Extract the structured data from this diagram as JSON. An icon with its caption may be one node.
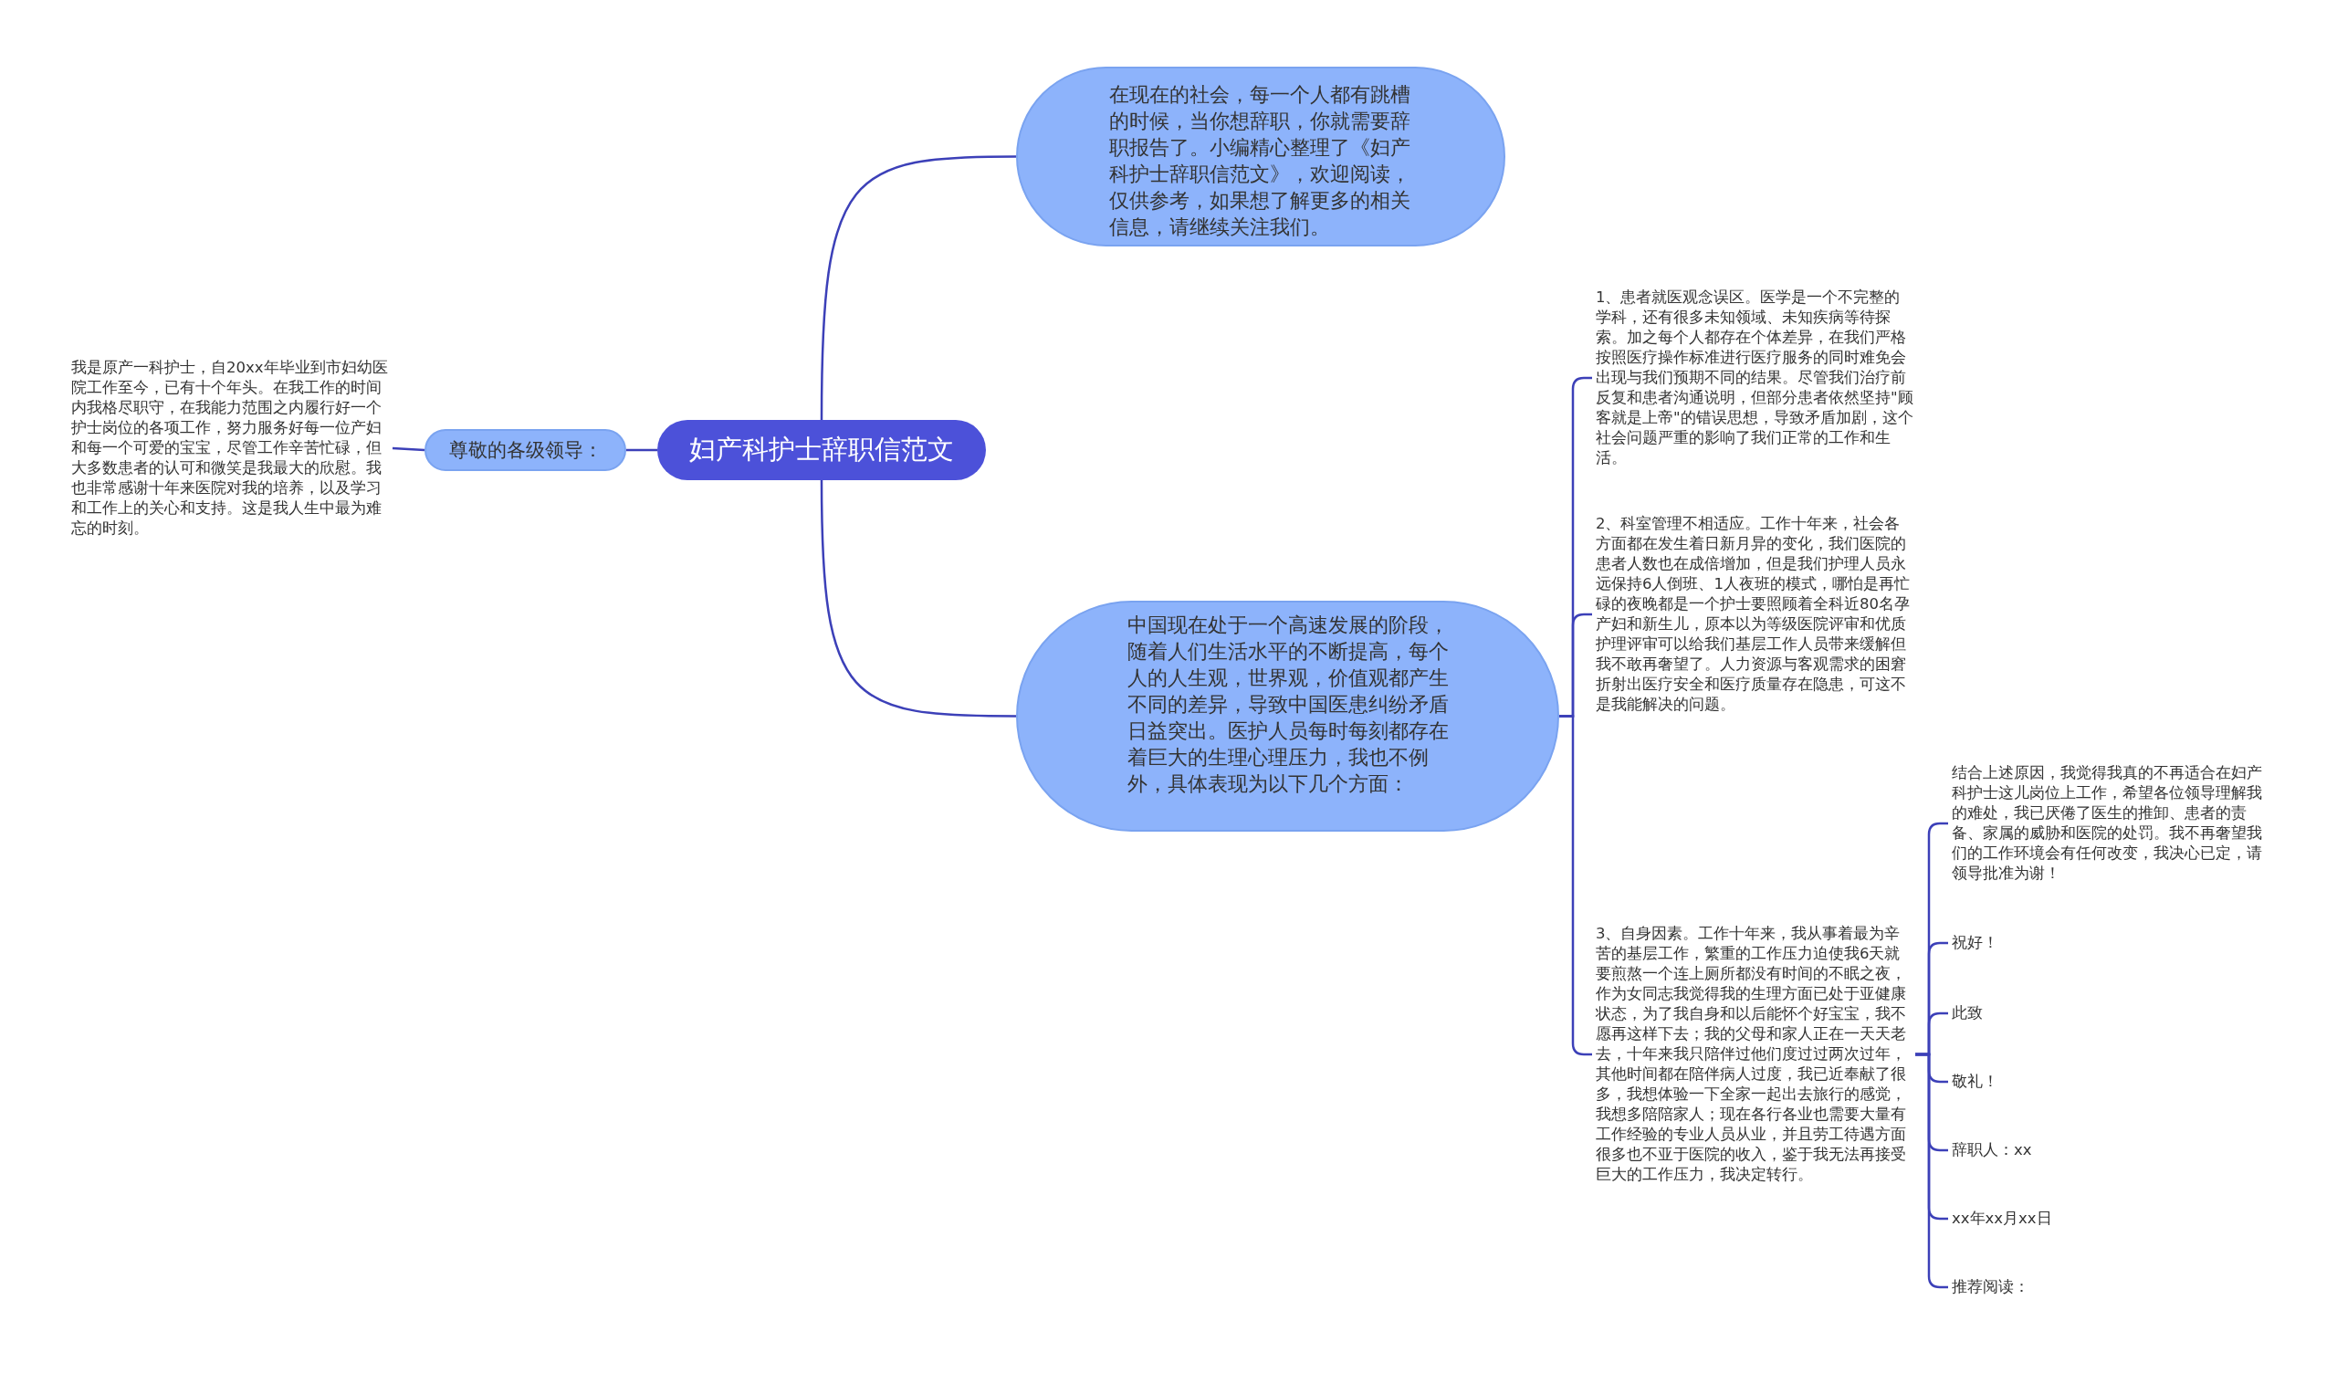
{
  "diagram": {
    "nodes": [
      {
        "text": [
          "妇产科护士辞职信范文"
        ]
      },
      {
        "text": [
          "尊敬的各级领导："
        ]
      },
      {
        "text": [
          "我是原产一科护士，自20xx年毕业到市妇幼医院工作至今，已有十个年头。在我工作的时间内我格尽职守，在我能力范围之内履行好一个护士岗位的各项工作，努力服务好每一位产妇和每一个可爱的宝宝，尽管工作辛苦忙碌，但大多数患者的认可和微笑是我最大的欣慰。我也非常感谢十年来医院对我的培养，以及学习和工作上的关心和支持。这是我人生中最为难忘的时刻。"
        ]
      },
      {
        "text": [
          "在现在的社会，每一个人都有跳槽的时候，当你想辞职，你就需要辞职报告了。小编精心整理了《妇产科护士辞职信范文》，欢迎阅读，仅供参考，如果想了解更多的相关信息，请继续关注我们。"
        ]
      },
      {
        "text": [
          "中国现在处于一个高速发展的阶段，随着人们生活水平的不断提高，每个人的人生观，世界观，价值观都产生不同的差异，导致中国医患纠纷矛盾日益突出。医护人员每时每刻都存在着巨大的生理心理压力，我也不例外，具体表现为以下几个方面："
        ]
      },
      {
        "text": [
          "1、患者就医观念误区。医学是一个不完整的学科，还有很多未知领域、未知疾病等待探索。加之每个人都存在个体差异，在我们严格按照医疗操作标准进行医疗服务的同时难免会出现与我们预期不同的结果。尽管我们治疗前反复和患者沟通说明，但部分患者依然坚持\"顾客就是上帝\"的错误思想，导致矛盾加剧，这个社会问题严重的影响了我们正常的工作和生活。"
        ]
      },
      {
        "text": [
          "2、科室管理不相适应。工作十年来，社会各方面都在发生着日新月异的变化，我们医院的患者人数也在成倍增加，但是我们护理人员永远保持6人倒班、1人夜班的模式，哪怕是再忙碌的夜晚都是一个护士要照顾着全科近80名孕产妇和新生儿，原本以为等级医院评审和优质护理评审可以给我们基层工作人员带来缓解但我不敢再奢望了。人力资源与客观需求的困窘折射出医疗安全和医疗质量存在隐患，可这不是我能解决的问题。"
        ]
      },
      {
        "text": [
          "3、自身因素。工作十年来，我从事着最为辛苦的基层工作，繁重的工作压力迫使我6天就要煎熬一个连上厕所都没有时间的不眠之夜，作为女同志我觉得我的生理方面已处于亚健康状态，为了我自身和以后能怀个好宝宝，我不愿再这样下去；我的父母和家人正在一天天老去，十年来我只陪伴过他们度过过两次过年，其他时间都在陪伴病人过度，我已近奉献了很多，我想体验一下全家一起出去旅行的感觉，我想多陪陪家人；现在各行各业也需要大量有工作经验的专业人员从业，并且劳工待遇方面很多也不亚于医院的收入，鉴于我无法再接受巨大的工作压力，我决定转行。"
        ]
      },
      {
        "text": [
          "结合上述原因，我觉得我真的不再适合在妇产科护士这儿岗位上工作，希望各位领导理解我的难处，我已厌倦了医生的推卸、患者的责备、家属的威胁和医院的处罚。我不再奢望我们的工作环境会有任何改变，我决心已定，请领导批准为谢！"
        ]
      },
      {
        "text": [
          "祝好！"
        ]
      },
      {
        "text": [
          "此致"
        ]
      },
      {
        "text": [
          "敬礼！"
        ]
      },
      {
        "text": [
          "辞职人：xx"
        ]
      },
      {
        "text": [
          "xx年xx月xx日"
        ]
      },
      {
        "text": [
          "推荐阅读："
        ]
      }
    ],
    "edges": [
      {
        "from": 0,
        "to": 1,
        "arrow": "none"
      },
      {
        "from": 1,
        "to": 2,
        "arrow": "none"
      },
      {
        "from": 0,
        "to": 3,
        "arrow": "none"
      },
      {
        "from": 0,
        "to": 4,
        "arrow": "none"
      },
      {
        "from": 4,
        "to": 5,
        "arrow": "none"
      },
      {
        "from": 4,
        "to": 6,
        "arrow": "none"
      },
      {
        "from": 4,
        "to": 7,
        "arrow": "none"
      },
      {
        "from": 7,
        "to": 8,
        "arrow": "none"
      },
      {
        "from": 7,
        "to": 9,
        "arrow": "none"
      },
      {
        "from": 7,
        "to": 10,
        "arrow": "none"
      },
      {
        "from": 7,
        "to": 11,
        "arrow": "none"
      },
      {
        "from": 7,
        "to": 12,
        "arrow": "none"
      },
      {
        "from": 7,
        "to": 13,
        "arrow": "none"
      },
      {
        "from": 7,
        "to": 14,
        "arrow": "none"
      }
    ]
  }
}
